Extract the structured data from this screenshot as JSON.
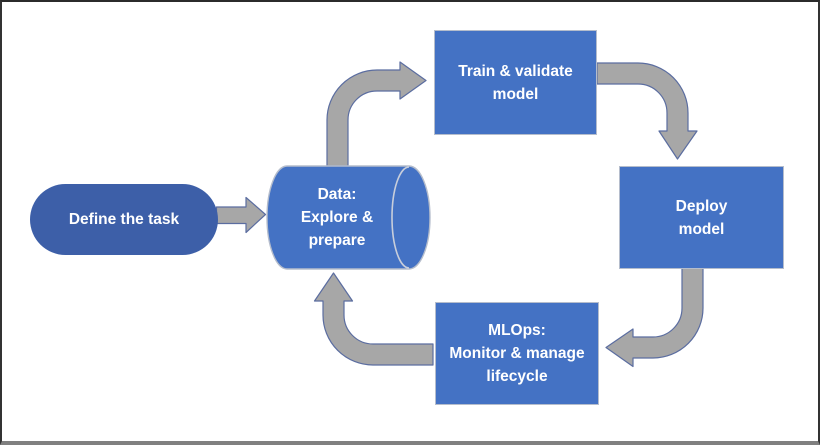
{
  "diagram": {
    "nodes": {
      "define_task": {
        "label": "Define the task",
        "shape": "pill"
      },
      "data": {
        "line1": "Data:",
        "line2": "Explore &",
        "line3": "prepare",
        "shape": "cylinder"
      },
      "train": {
        "line1": "Train & validate",
        "line2": "model",
        "shape": "rectangle"
      },
      "deploy": {
        "line1": "Deploy",
        "line2": "model",
        "shape": "rectangle"
      },
      "mlops": {
        "line1": "MLOps:",
        "line2": "Monitor & manage",
        "line3": "lifecycle",
        "shape": "rectangle"
      }
    },
    "edges": [
      {
        "from": "Define the task",
        "to": "Data: Explore & prepare",
        "style": "striped-right-arrow"
      },
      {
        "from": "Data: Explore & prepare",
        "to": "Train & validate model",
        "style": "bent-up-right-arrow"
      },
      {
        "from": "Train & validate model",
        "to": "Deploy model",
        "style": "bent-right-down-arrow"
      },
      {
        "from": "Deploy model",
        "to": "MLOps: Monitor & manage lifecycle",
        "style": "bent-down-left-arrow"
      },
      {
        "from": "MLOps: Monitor & manage lifecycle",
        "to": "Data: Explore & prepare",
        "style": "bent-left-up-arrow"
      }
    ],
    "colors": {
      "node_fill": "#4472C4",
      "pill_fill": "#3D5FA8",
      "node_border": "#b5bdcc",
      "arrow_fill": "#A7A7A7",
      "arrow_outline": "#5b6da0",
      "cylinder_rim": "#c8cedb",
      "node_text": "#FFFFFF",
      "frame_border": "#333333",
      "frame_bottom": "#808080"
    }
  }
}
